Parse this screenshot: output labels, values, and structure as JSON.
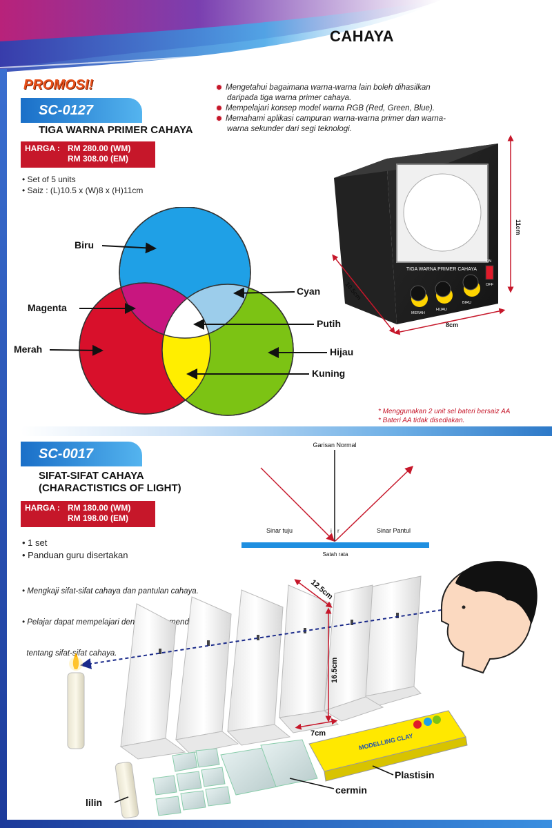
{
  "page_title": "CAHAYA",
  "promo_label": "PROMOSI!",
  "product1": {
    "code": "SC-0127",
    "title": "TIGA WARNA PRIMER CAHAYA",
    "price_label": "HARGA :",
    "price_wm": "RM 280.00 (WM)",
    "price_em": "RM 308.00 (EM)",
    "specs": [
      "• Set of 5 units",
      "• Saiz : (L)10.5 x (W)8 x (H)11cm"
    ],
    "objectives": [
      "Mengetahui bagaimana warna-warna lain boleh dihasilkan daripada tiga warna primer cahaya.",
      "Mempelajari konsep model warna RGB (Red, Green, Blue).",
      "Memahami aplikasi campuran warna-warna primer dan warna-warna sekunder dari  segi teknologi."
    ],
    "notes": [
      "* Menggunakan 2 unit sel bateri bersaiz AA",
      "* Bateri AA tidak disediakan."
    ],
    "venn_labels": {
      "biru": "Biru",
      "magenta": "Magenta",
      "merah": "Merah",
      "cyan": "Cyan",
      "putih": "Putih",
      "hijau": "Hijau",
      "kuning": "Kuning"
    },
    "box_text": {
      "panel": "TIGA WARNA PRIMER CAHAYA",
      "on": "ON",
      "off": "OFF",
      "knob1": "MERAH",
      "knob2": "HIJAU",
      "knob3": "BIRU",
      "dim_h": "11cm",
      "dim_d": "10.5cm",
      "dim_w": "8cm"
    },
    "colors": {
      "blue": "#1fa0e6",
      "red": "#d8102b",
      "green": "#7cc314",
      "magenta": "#c8167f",
      "cyan": "#9ccdeb",
      "yellow": "#ffee00",
      "white": "#ffffff"
    }
  },
  "product2": {
    "code": "SC-0017",
    "title_lines": [
      "SIFAT-SIFAT CAHAYA",
      "(CHARACTISTICS OF LIGHT)"
    ],
    "price_label": "HARGA :",
    "price_wm": "RM 180.00 (WM)",
    "price_em": "RM 198.00 (EM)",
    "specs": [
      "• 1 set",
      "•  Panduan guru disertakan"
    ],
    "details": [
      "• Mengkaji sifat-sifat cahaya dan pantulan cahaya.",
      "• Pelajar dapat mempelajari dengan lebih mendalam",
      "  tentang sifat-sifat cahaya."
    ],
    "reflection": {
      "normal": "Garisan Normal",
      "incident": "Sinar tuju",
      "reflected": "Sinar Pantul",
      "i": "i",
      "r": "r",
      "surface": "Satah rata"
    },
    "dims": {
      "d1": "12.5cm",
      "d2": "16.5cm",
      "d3": "7cm"
    },
    "items": {
      "lilin": "lilin",
      "cermin": "cermin",
      "plastisin": "Plastisin",
      "clay": "MODELLING CLAY"
    }
  }
}
